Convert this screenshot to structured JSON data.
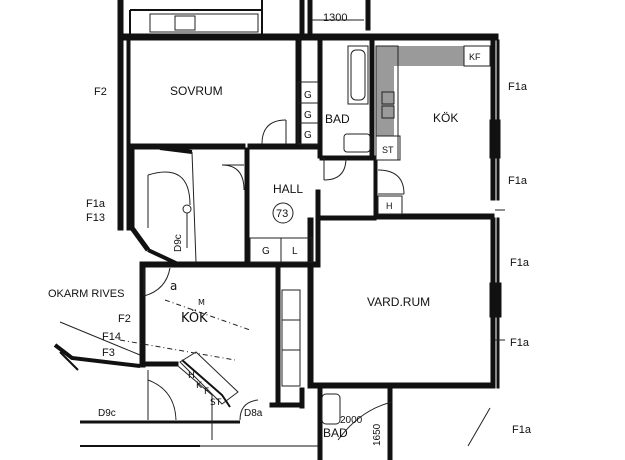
{
  "rooms": {
    "sovrum": "SOVRUM",
    "kok_top": "KÖK",
    "bad_top": "BAD",
    "hall": "HALL",
    "hall_number": "73",
    "vardrum": "VARD.RUM",
    "kok_lower": "KÖK",
    "bad_lower": "BAD"
  },
  "fixtures": {
    "g1": "G",
    "g2": "G",
    "g3": "G",
    "st_top": "ST",
    "h": "H",
    "kf": "KF",
    "g_hall": "G",
    "l_hall": "L",
    "h_lower": "H",
    "k_lower": "K",
    "f_lower": "F",
    "st_lower": "ST"
  },
  "window_labels": {
    "f2_top": "F2",
    "f1a_left": "F1a",
    "f13": "F13",
    "f1a_r1": "F1a",
    "f1a_r2": "F1a",
    "f1a_r3": "F1a",
    "f1a_r4": "F1a",
    "f1a_r5": "F1a",
    "f2_mid": "F2",
    "f14": "F14",
    "f3": "F3"
  },
  "door_labels": {
    "d9c_upper": "D9c",
    "d9c_lower": "D9c",
    "d8a": "D8a"
  },
  "annotations": {
    "skarm": "OKARM RIVES",
    "a_mark": "a",
    "m_mark": "M"
  },
  "dimensions": {
    "top": "1300",
    "bad_width": "2000",
    "bad_depth": "1650"
  }
}
